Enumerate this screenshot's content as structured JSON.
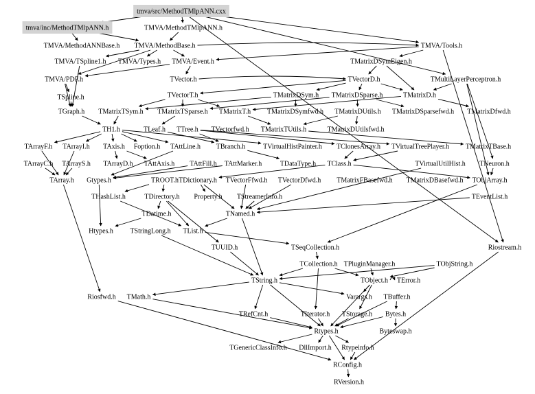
{
  "diagram": {
    "type": "include-dependency-graph",
    "root": "tmva/src/MethodTMlpANN.cxx",
    "colors": {
      "highlight_node_bg": "#d3d3d3",
      "edge": "#000000",
      "background": "#ffffff"
    },
    "nodes": [
      {
        "id": "src",
        "label": "tmva/src/MethodTMlpANN.cxx",
        "highlight": true
      },
      {
        "id": "inc",
        "label": "tmva/inc/MethodTMlpANN.h",
        "highlight": true
      },
      {
        "id": "mtmlp",
        "label": "TMVA/MethodTMlpANN.h"
      },
      {
        "id": "mann",
        "label": "TMVA/MethodANNBase.h"
      },
      {
        "id": "mbase",
        "label": "TMVA/MethodBase.h"
      },
      {
        "id": "tools",
        "label": "TMVA/Tools.h"
      },
      {
        "id": "tspline1",
        "label": "TMVA/TSpline1.h"
      },
      {
        "id": "types",
        "label": "TMVA/Types.h"
      },
      {
        "id": "event",
        "label": "TMVA/Event.h"
      },
      {
        "id": "dsymeigen",
        "label": "TMatrixDSymEigen.h"
      },
      {
        "id": "pdf",
        "label": "TMVA/PDF.h"
      },
      {
        "id": "tvector",
        "label": "TVector.h"
      },
      {
        "id": "tvectord",
        "label": "TVectorD.h"
      },
      {
        "id": "mlp",
        "label": "TMultiLayerPerceptron.h"
      },
      {
        "id": "tspline",
        "label": "TSpline.h"
      },
      {
        "id": "tvectort",
        "label": "TVectorT.h"
      },
      {
        "id": "dsym",
        "label": "TMatrixDSym.h"
      },
      {
        "id": "dsparse",
        "label": "TMatrixDSparse.h"
      },
      {
        "id": "matd",
        "label": "TMatrixD.h"
      },
      {
        "id": "tgraph",
        "label": "TGraph.h"
      },
      {
        "id": "tsym",
        "label": "TMatrixTSym.h"
      },
      {
        "id": "tsparse",
        "label": "TMatrixTSparse.h"
      },
      {
        "id": "matt",
        "label": "TMatrixT.h"
      },
      {
        "id": "dsymfwd",
        "label": "TMatrixDSymfwd.h"
      },
      {
        "id": "dutils",
        "label": "TMatrixDUtils.h"
      },
      {
        "id": "dsparsefwd",
        "label": "TMatrixDSparsefwd.h"
      },
      {
        "id": "dfwd",
        "label": "TMatrixDfwd.h"
      },
      {
        "id": "th1",
        "label": "TH1.h"
      },
      {
        "id": "tleaf",
        "label": "TLeaf.h"
      },
      {
        "id": "ttree",
        "label": "TTree.h"
      },
      {
        "id": "tvectorfwd",
        "label": "TVectorfwd.h"
      },
      {
        "id": "tutils",
        "label": "TMatrixTUtils.h"
      },
      {
        "id": "dutilsfwd",
        "label": "TMatrixDUtilsfwd.h"
      },
      {
        "id": "tarrayf",
        "label": "TArrayF.h"
      },
      {
        "id": "tarrayi",
        "label": "TArrayI.h"
      },
      {
        "id": "taxis",
        "label": "TAxis.h"
      },
      {
        "id": "foption",
        "label": "Foption.h"
      },
      {
        "id": "tattline",
        "label": "TAttLine.h"
      },
      {
        "id": "tbranch",
        "label": "TBranch.h"
      },
      {
        "id": "vhistpainter",
        "label": "TVirtualHistPainter.h"
      },
      {
        "id": "tclonesarray",
        "label": "TClonesArray.h"
      },
      {
        "id": "vtreeplayer",
        "label": "TVirtualTreePlayer.h"
      },
      {
        "id": "tbase",
        "label": "TMatrixTBase.h"
      },
      {
        "id": "tarrayc",
        "label": "TArrayC.h"
      },
      {
        "id": "tarrays",
        "label": "TArrayS.h"
      },
      {
        "id": "tarrayd",
        "label": "TArrayD.h"
      },
      {
        "id": "tattaxis",
        "label": "TAttAxis.h"
      },
      {
        "id": "tattfill",
        "label": "TAttFill.h"
      },
      {
        "id": "tattmarker",
        "label": "TAttMarker.h"
      },
      {
        "id": "tdatatype",
        "label": "TDataType.h"
      },
      {
        "id": "tclass",
        "label": "TClass.h"
      },
      {
        "id": "vutilhist",
        "label": "TVirtualUtilHist.h"
      },
      {
        "id": "tneuron",
        "label": "TNeuron.h"
      },
      {
        "id": "tarray",
        "label": "TArray.h"
      },
      {
        "id": "gtypes",
        "label": "Gtypes.h"
      },
      {
        "id": "troot",
        "label": "TROOT.h"
      },
      {
        "id": "tdictionary",
        "label": "TDictionary.h"
      },
      {
        "id": "vffwd",
        "label": "TVectorFfwd.h"
      },
      {
        "id": "vdfwd",
        "label": "TVectorDfwd.h"
      },
      {
        "id": "fbasefwd",
        "label": "TMatrixFBasefwd.h"
      },
      {
        "id": "dbasefwd",
        "label": "TMatrixDBasefwd.h"
      },
      {
        "id": "tobjarray",
        "label": "TObjArray.h"
      },
      {
        "id": "thashlist",
        "label": "THashList.h"
      },
      {
        "id": "tdirectory",
        "label": "TDirectory.h"
      },
      {
        "id": "property",
        "label": "Property.h"
      },
      {
        "id": "streamerinfo",
        "label": "TStreamerInfo.h"
      },
      {
        "id": "teventlist",
        "label": "TEventList.h"
      },
      {
        "id": "tdatime",
        "label": "TDatime.h"
      },
      {
        "id": "tnamed",
        "label": "TNamed.h"
      },
      {
        "id": "htypes",
        "label": "Htypes.h"
      },
      {
        "id": "tstringlong",
        "label": "TStringLong.h"
      },
      {
        "id": "tlist",
        "label": "TList.h"
      },
      {
        "id": "tuuid",
        "label": "TUUID.h"
      },
      {
        "id": "tseqcoll",
        "label": "TSeqCollection.h"
      },
      {
        "id": "riostream",
        "label": "Riostream.h"
      },
      {
        "id": "tcollection",
        "label": "TCollection.h"
      },
      {
        "id": "pluginmgr",
        "label": "TPluginManager.h"
      },
      {
        "id": "tobjstring",
        "label": "TObjString.h"
      },
      {
        "id": "tstring",
        "label": "TString.h"
      },
      {
        "id": "tobject",
        "label": "TObject.h"
      },
      {
        "id": "terror",
        "label": "TError.h"
      },
      {
        "id": "riosfwd",
        "label": "Riosfwd.h"
      },
      {
        "id": "tmath",
        "label": "TMath.h"
      },
      {
        "id": "varargs",
        "label": "Varargs.h"
      },
      {
        "id": "tbuffer",
        "label": "TBuffer.h"
      },
      {
        "id": "trefcnt",
        "label": "TRefCnt.h"
      },
      {
        "id": "titerator",
        "label": "TIterator.h"
      },
      {
        "id": "tstorage",
        "label": "TStorage.h"
      },
      {
        "id": "bytes",
        "label": "Bytes.h"
      },
      {
        "id": "rtypes",
        "label": "Rtypes.h"
      },
      {
        "id": "byteswap",
        "label": "Byteswap.h"
      },
      {
        "id": "genclassinfo",
        "label": "TGenericClassInfo.h"
      },
      {
        "id": "dllimport",
        "label": "DllImport.h"
      },
      {
        "id": "rtypeinfo",
        "label": "Rtypeinfo.h"
      },
      {
        "id": "rconfig",
        "label": "RConfig.h"
      },
      {
        "id": "rversion",
        "label": "RVersion.h"
      }
    ],
    "edges": [
      [
        "src",
        "inc"
      ],
      [
        "src",
        "mtmlp"
      ],
      [
        "src",
        "tools"
      ],
      [
        "src",
        "mlp"
      ],
      [
        "src",
        "riostream"
      ],
      [
        "inc",
        "mann"
      ],
      [
        "inc",
        "mbase"
      ],
      [
        "mtmlp",
        "mbase"
      ],
      [
        "mbase",
        "tspline1"
      ],
      [
        "mbase",
        "types"
      ],
      [
        "mbase",
        "event"
      ],
      [
        "mbase",
        "pdf"
      ],
      [
        "mbase",
        "tools"
      ],
      [
        "tools",
        "dsymeigen"
      ],
      [
        "tools",
        "event"
      ],
      [
        "tools",
        "riostream"
      ],
      [
        "event",
        "tvector"
      ],
      [
        "event",
        "pdf"
      ],
      [
        "dsymeigen",
        "tvectord"
      ],
      [
        "dsymeigen",
        "matd"
      ],
      [
        "pdf",
        "tspline"
      ],
      [
        "pdf",
        "tgraph"
      ],
      [
        "tspline1",
        "tgraph"
      ],
      [
        "tvector",
        "tvectord"
      ],
      [
        "tvectord",
        "tvectort"
      ],
      [
        "tvectord",
        "dsym"
      ],
      [
        "tvectord",
        "dsparse"
      ],
      [
        "tvectord",
        "matd"
      ],
      [
        "mlp",
        "matd"
      ],
      [
        "mlp",
        "tneuron"
      ],
      [
        "mlp",
        "tobjarray"
      ],
      [
        "tspline",
        "tgraph"
      ],
      [
        "tvectort",
        "tsym"
      ],
      [
        "tvectort",
        "tsparse"
      ],
      [
        "tvectort",
        "matt"
      ],
      [
        "dsym",
        "tsym"
      ],
      [
        "dsym",
        "dsymfwd"
      ],
      [
        "dsparse",
        "tsparse"
      ],
      [
        "dsparse",
        "dutils"
      ],
      [
        "dsparse",
        "dsparsefwd"
      ],
      [
        "matd",
        "matt"
      ],
      [
        "matd",
        "dfwd"
      ],
      [
        "tgraph",
        "th1"
      ],
      [
        "tsym",
        "th1"
      ],
      [
        "tsparse",
        "tleaf"
      ],
      [
        "matt",
        "tutils"
      ],
      [
        "dutils",
        "tutils"
      ],
      [
        "dutils",
        "dutilsfwd"
      ],
      [
        "th1",
        "tarrayf"
      ],
      [
        "th1",
        "tarrayi"
      ],
      [
        "th1",
        "taxis"
      ],
      [
        "th1",
        "foption"
      ],
      [
        "th1",
        "tattline"
      ],
      [
        "th1",
        "vhistpainter"
      ],
      [
        "tleaf",
        "tbranch"
      ],
      [
        "ttree",
        "tbranch"
      ],
      [
        "ttree",
        "tclonesarray"
      ],
      [
        "ttree",
        "vtreeplayer"
      ],
      [
        "tutils",
        "tbase"
      ],
      [
        "tarrayf",
        "tarray"
      ],
      [
        "tarrayi",
        "tarray"
      ],
      [
        "tarrayc",
        "tarray"
      ],
      [
        "tarrays",
        "tarray"
      ],
      [
        "taxis",
        "tarrayd"
      ],
      [
        "taxis",
        "tattaxis"
      ],
      [
        "tattline",
        "gtypes"
      ],
      [
        "tattfill",
        "gtypes"
      ],
      [
        "tattmarker",
        "gtypes"
      ],
      [
        "tbranch",
        "tdatatype"
      ],
      [
        "tclonesarray",
        "tclass"
      ],
      [
        "vtreeplayer",
        "tclass"
      ],
      [
        "tclass",
        "tdictionary"
      ],
      [
        "tclass",
        "tobjarray"
      ],
      [
        "vutilhist",
        "tnamed"
      ],
      [
        "tneuron",
        "tobjarray"
      ],
      [
        "tarray",
        "riosfwd"
      ],
      [
        "gtypes",
        "htypes"
      ],
      [
        "troot",
        "thashlist"
      ],
      [
        "troot",
        "tdirectory"
      ],
      [
        "tdictionary",
        "property"
      ],
      [
        "tdictionary",
        "tnamed"
      ],
      [
        "vffwd",
        "tnamed"
      ],
      [
        "vdfwd",
        "tnamed"
      ],
      [
        "tobjarray",
        "tseqcoll"
      ],
      [
        "thashlist",
        "tlist"
      ],
      [
        "tdirectory",
        "tdatime"
      ],
      [
        "tdirectory",
        "tlist"
      ],
      [
        "tdirectory",
        "tuuid"
      ],
      [
        "streamerinfo",
        "tnamed"
      ],
      [
        "teventlist",
        "tnamed"
      ],
      [
        "tdatime",
        "htypes"
      ],
      [
        "tnamed",
        "tlist"
      ],
      [
        "tnamed",
        "tstring"
      ],
      [
        "tstringlong",
        "tstring"
      ],
      [
        "tlist",
        "tseqcoll"
      ],
      [
        "tuuid",
        "tstring"
      ],
      [
        "tseqcoll",
        "tcollection"
      ],
      [
        "riostream",
        "rconfig"
      ],
      [
        "tcollection",
        "tstring"
      ],
      [
        "tcollection",
        "titerator"
      ],
      [
        "tcollection",
        "tobject"
      ],
      [
        "pluginmgr",
        "tobject"
      ],
      [
        "tobjstring",
        "tobject"
      ],
      [
        "tobjstring",
        "tstring"
      ],
      [
        "tstring",
        "tmath"
      ],
      [
        "tstring",
        "trefcnt"
      ],
      [
        "tstring",
        "varargs"
      ],
      [
        "tstring",
        "rtypes"
      ],
      [
        "tobject",
        "varargs"
      ],
      [
        "tobject",
        "tstorage"
      ],
      [
        "tobject",
        "rtypes"
      ],
      [
        "tobject",
        "terror"
      ],
      [
        "tbuffer",
        "bytes"
      ],
      [
        "tbuffer",
        "rtypes"
      ],
      [
        "bytes",
        "byteswap"
      ],
      [
        "bytes",
        "rtypes"
      ],
      [
        "tstorage",
        "rtypes"
      ],
      [
        "titerator",
        "rtypes"
      ],
      [
        "trefcnt",
        "rtypes"
      ],
      [
        "riosfwd",
        "rconfig"
      ],
      [
        "tmath",
        "rtypes"
      ],
      [
        "rtypes",
        "genclassinfo"
      ],
      [
        "rtypes",
        "dllimport"
      ],
      [
        "rtypes",
        "rtypeinfo"
      ],
      [
        "rtypes",
        "rconfig"
      ],
      [
        "rtypeinfo",
        "rconfig"
      ],
      [
        "rconfig",
        "rversion"
      ]
    ]
  }
}
